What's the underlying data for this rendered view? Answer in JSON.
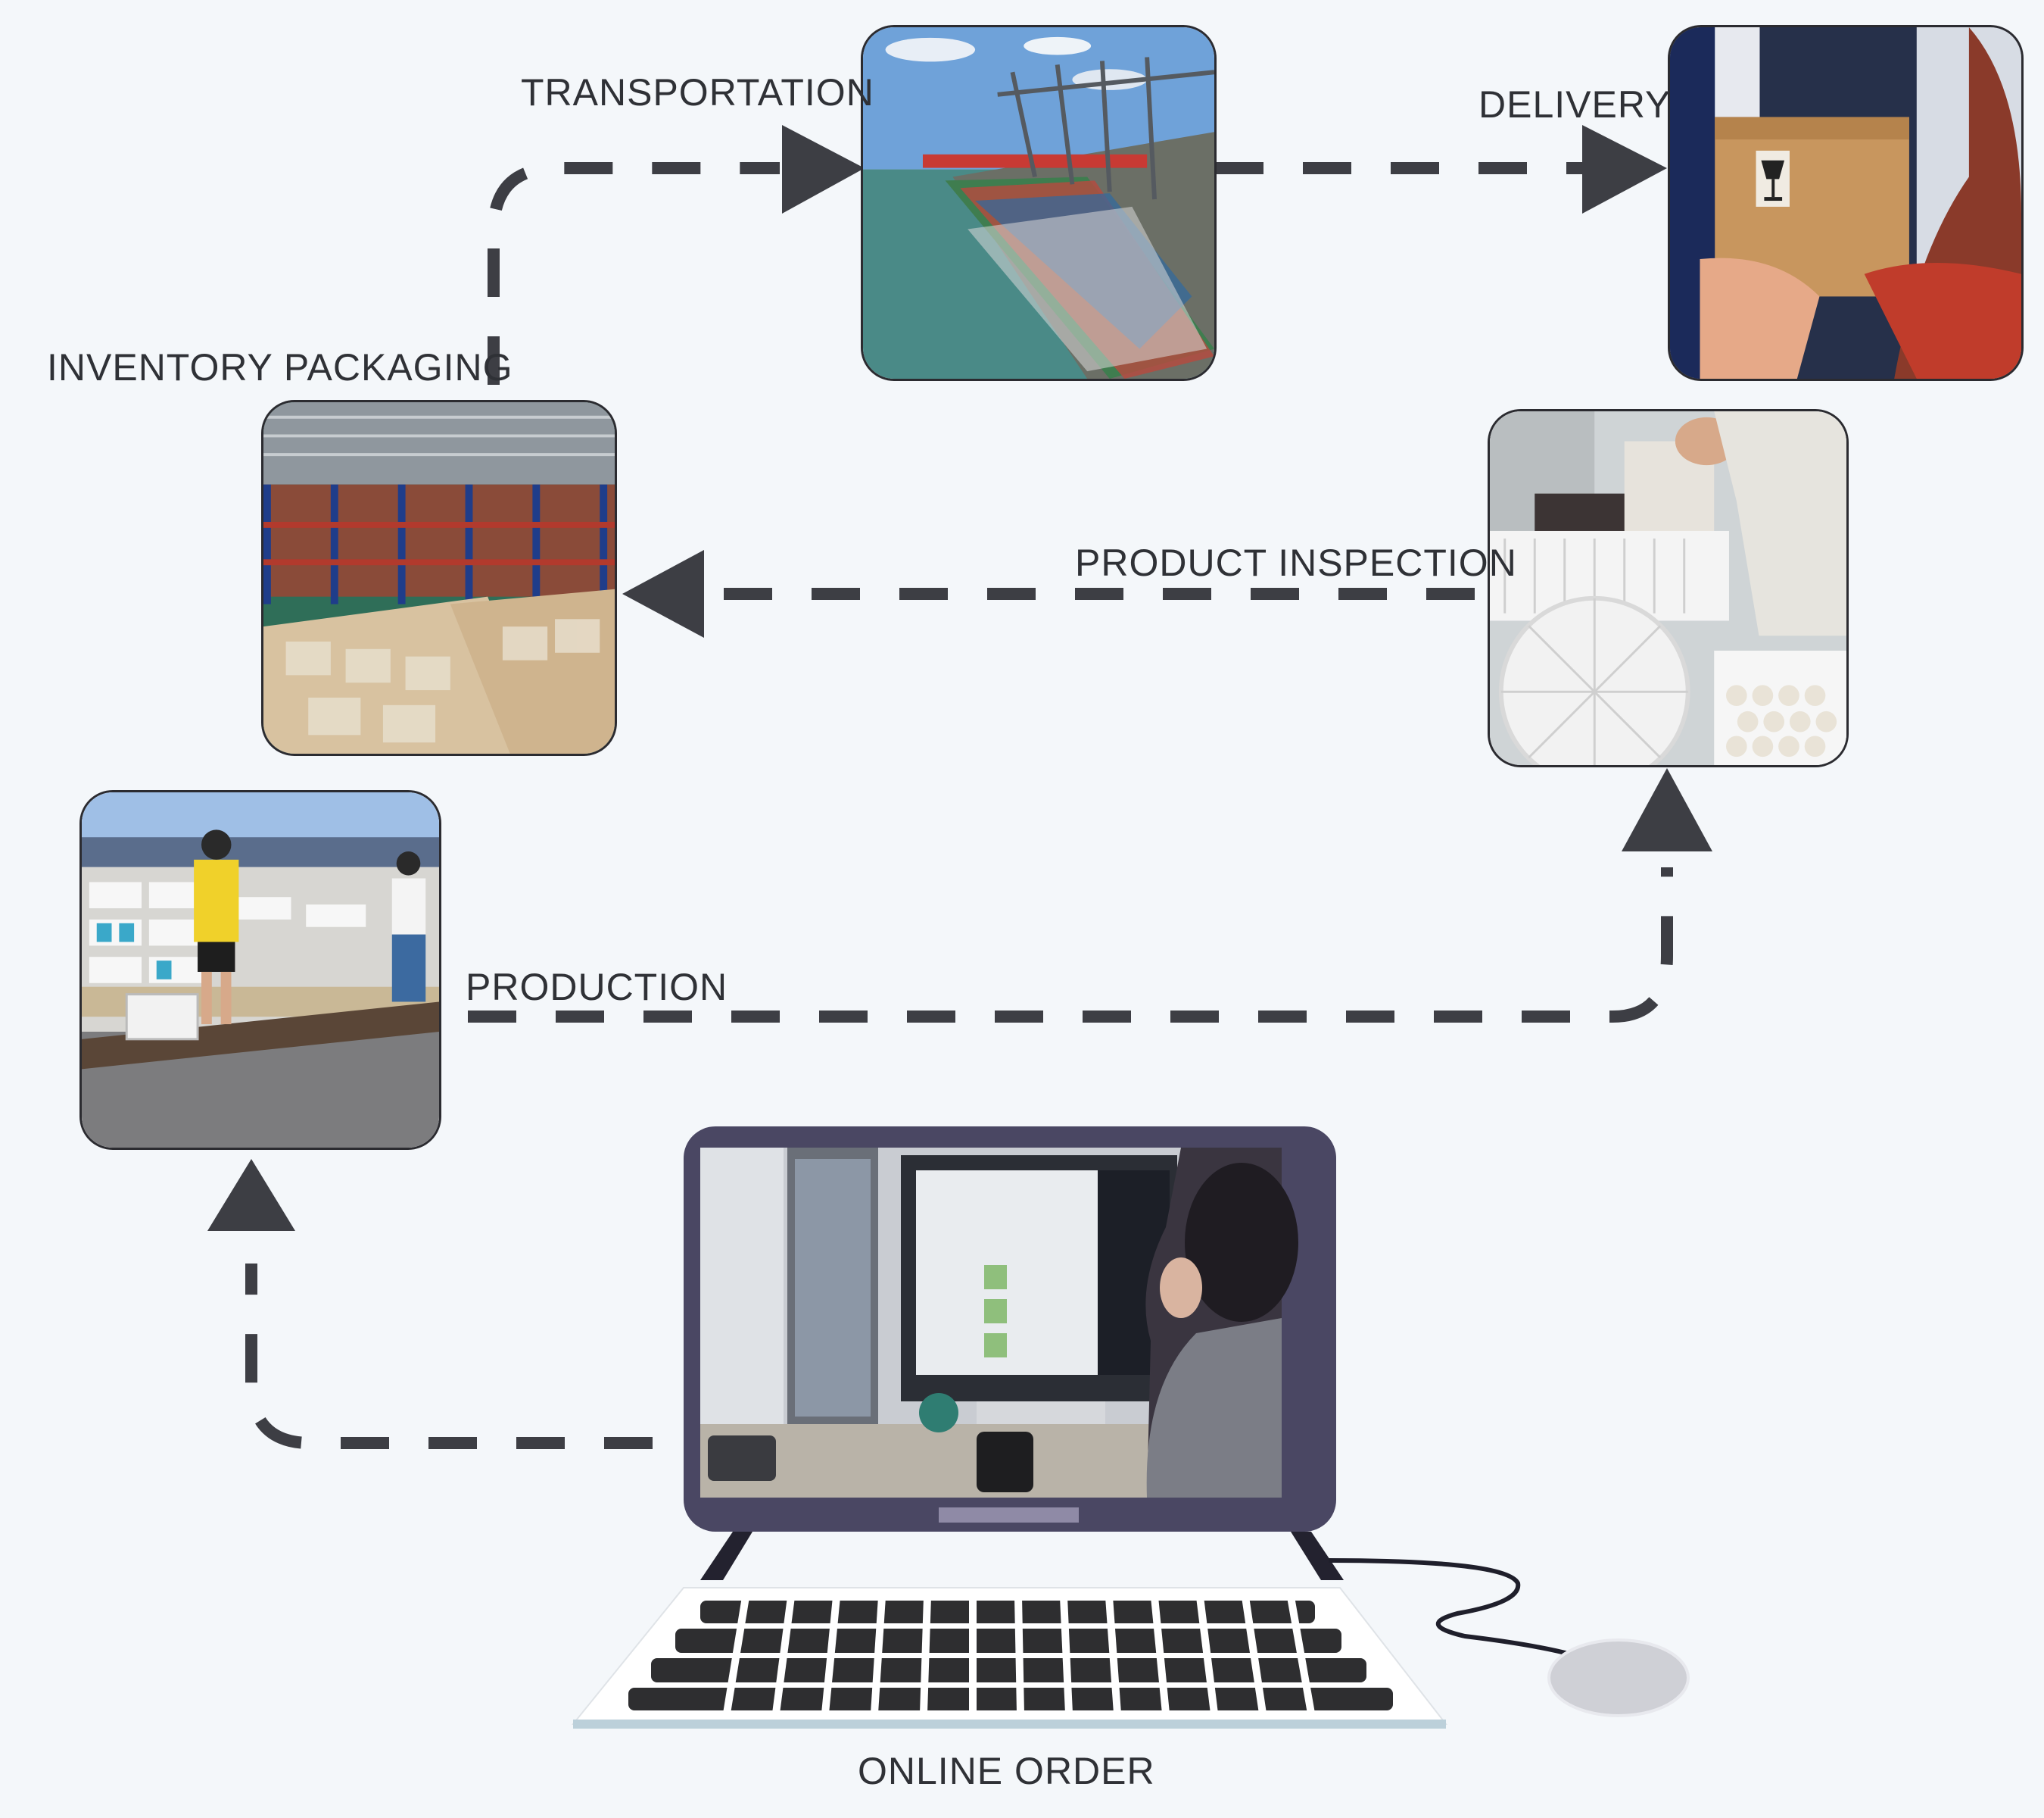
{
  "steps": {
    "transportation": "TRANSPORTATION",
    "delivery": "DELIVERY",
    "inventory_packaging": "INVENTORY PACKAGING",
    "product_inspection": "PRODUCT INSPECTION",
    "production": "PRODUCTION",
    "online_order": "ONLINE ORDER"
  },
  "colors": {
    "background": "#f4f7fa",
    "arrow": "#3d3e44",
    "laptop_frame": "#4a4763",
    "keyboard_keys": "#2e2e30"
  },
  "icons": {
    "flow_arrow": "triangle-arrow-icon",
    "fragile_label": "wine-glass-icon"
  }
}
